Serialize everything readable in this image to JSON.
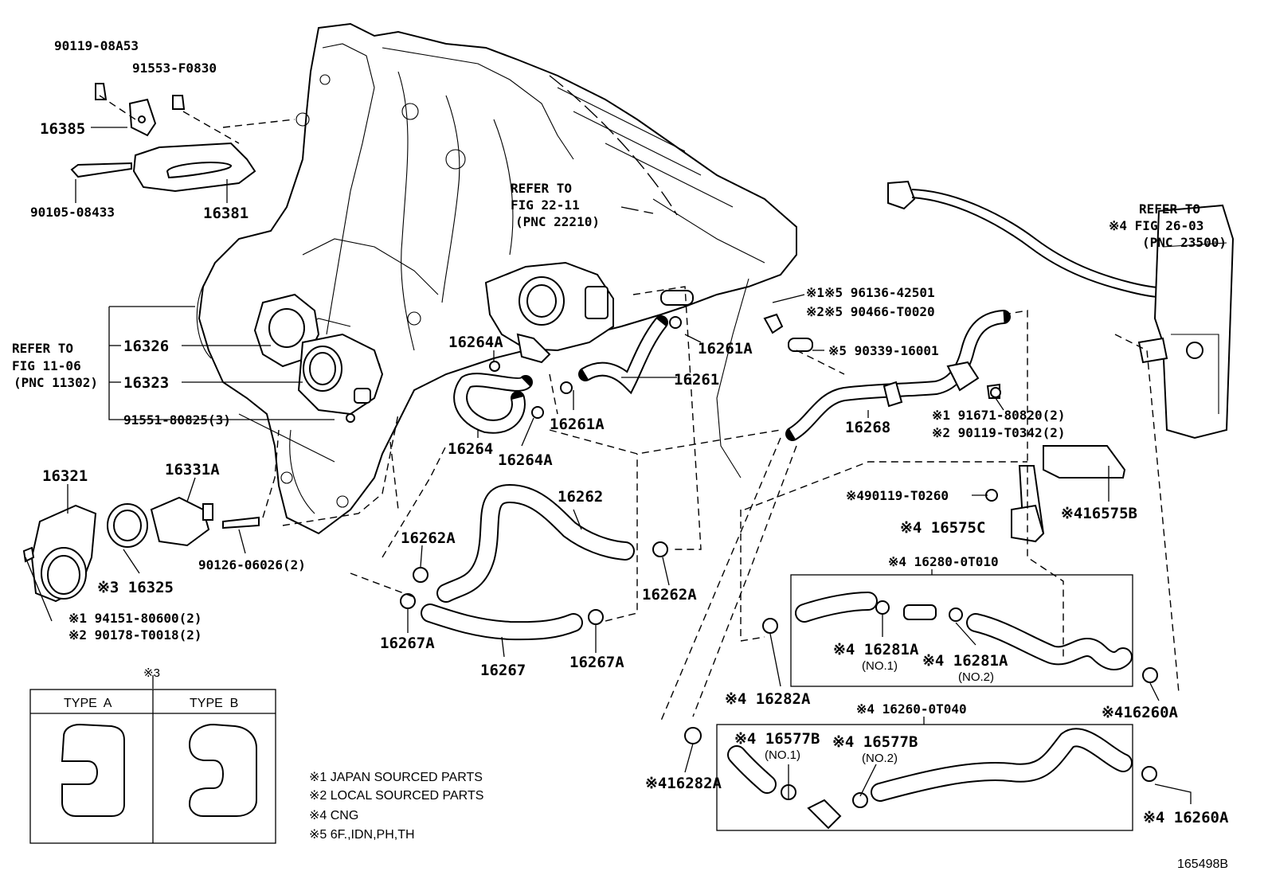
{
  "figure_id": "165498B",
  "references": [
    {
      "id": "ref-fig-22-11",
      "lines": [
        "REFER TO",
        "FIG 22-11",
        "(PNC 22210)"
      ]
    },
    {
      "id": "ref-fig-11-06",
      "lines": [
        "REFER TO",
        "FIG 11-06",
        "(PNC 11302)"
      ]
    },
    {
      "id": "ref-fig-26-03",
      "lines": [
        "REFER TO",
        "※4 FIG 26-03",
        "(PNC 23500)"
      ]
    }
  ],
  "labels": {
    "p90119_08A53": "90119-08A53",
    "p91553_F0830": "91553-F0830",
    "p16385": "16385",
    "p16381": "16381",
    "p90105_08433": "90105-08433",
    "p16326": "16326",
    "p16323": "16323",
    "p91551_80825": "91551-80825(3)",
    "p16321": "16321",
    "p16331A": "16331A",
    "p16325": "※3 16325",
    "p90126_06026": "90126-06026(2)",
    "p94151_80600": "※1 94151-80600(2)",
    "p90178_T0018": "※2 90178-T0018(2)",
    "p16264A_top": "16264A",
    "p16264": "16264",
    "p16264A_bot": "16264A",
    "p16261A_top": "16261A",
    "p16261": "16261",
    "p16261A_bot": "16261A",
    "p96136_42501": "※1※5 96136-42501",
    "p90466_T0020": "※2※5 90466-T0020",
    "p90339_16001": "※5 90339-16001",
    "p16268": "16268",
    "p91671_80820": "※1 91671-80820(2)",
    "p90119_T0342": "※2 90119-T0342(2)",
    "p90119_T0260": "※490119-T0260",
    "p16575C": "※4  16575C",
    "p16575B": "※416575B",
    "p16262": "16262",
    "p16262A_left": "16262A",
    "p16262A_right": "16262A",
    "p16267A_left": "16267A",
    "p16267": "16267",
    "p16267A_right": "16267A",
    "p16280_0T010": "※4  16280-0T010",
    "p16281A_1": "※4 16281A",
    "p16281A_1_sub": "(NO.1)",
    "p16281A_2": "※4  16281A",
    "p16281A_2_sub": "(NO.2)",
    "p16282A_top": "※4 16282A",
    "p16260A_top": "※416260A",
    "p16260_0T040": "※4  16260-0T040",
    "p16577B_1": "※4  16577B",
    "p16577B_1_sub": "(NO.1)",
    "p16577B_2": "※4  16577B",
    "p16577B_2_sub": "(NO.2)",
    "p16282A_bot": "※416282A",
    "p16260A_bot": "※4  16260A"
  },
  "type_table": {
    "header": "※3",
    "col_a": "TYPE  A",
    "col_b": "TYPE  B"
  },
  "notes": [
    "※1 JAPAN SOURCED PARTS",
    "※2 LOCAL SOURCED PARTS",
    "※4 CNG",
    "※5 6F.,IDN,PH,TH"
  ]
}
